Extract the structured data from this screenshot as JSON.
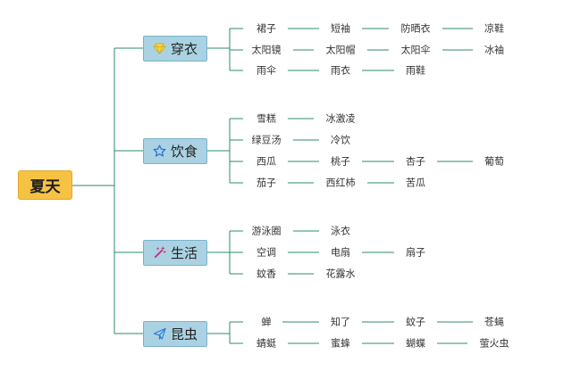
{
  "colors": {
    "line": "#2e8b6b",
    "root_fill": "#f6c244",
    "cat_fill": "#aad2e3"
  },
  "root": {
    "label": "夏天"
  },
  "categories": [
    {
      "label": "穿衣",
      "icon": "diamond-icon",
      "rows": [
        [
          "裙子",
          "短袖",
          "防晒衣",
          "凉鞋"
        ],
        [
          "太阳镜",
          "太阳帽",
          "太阳伞",
          "冰袖"
        ],
        [
          "雨伞",
          "雨衣",
          "雨鞋"
        ]
      ]
    },
    {
      "label": "饮食",
      "icon": "star-icon",
      "rows": [
        [
          "雪糕",
          "冰激凌"
        ],
        [
          "绿豆汤",
          "冷饮"
        ],
        [
          "西瓜",
          "桃子",
          "杏子",
          "葡萄"
        ],
        [
          "茄子",
          "西红柿",
          "苦瓜"
        ]
      ]
    },
    {
      "label": "生活",
      "icon": "magic-wand-icon",
      "rows": [
        [
          "游泳圈",
          "泳衣"
        ],
        [
          "空调",
          "电扇",
          "扇子"
        ],
        [
          "蚊香",
          "花露水"
        ]
      ]
    },
    {
      "label": "昆虫",
      "icon": "paper-plane-icon",
      "rows": [
        [
          "蝉",
          "知了",
          "蚊子",
          "苍蝇"
        ],
        [
          "蜻蜓",
          "蜜蜂",
          "蝴蝶",
          "萤火虫"
        ]
      ]
    }
  ]
}
